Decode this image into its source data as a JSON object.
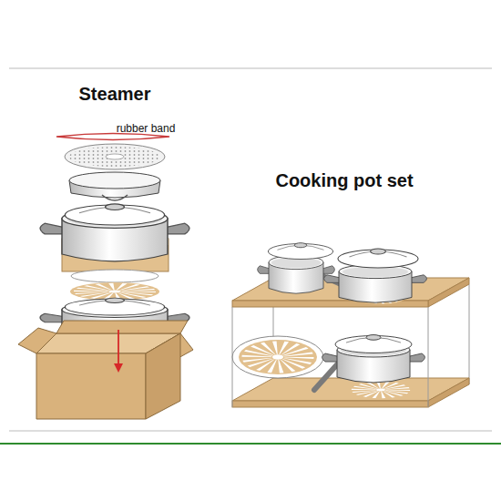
{
  "diagram": {
    "labels": [
      "Steamer",
      "rubber band",
      "Cooking pot set"
    ]
  }
}
